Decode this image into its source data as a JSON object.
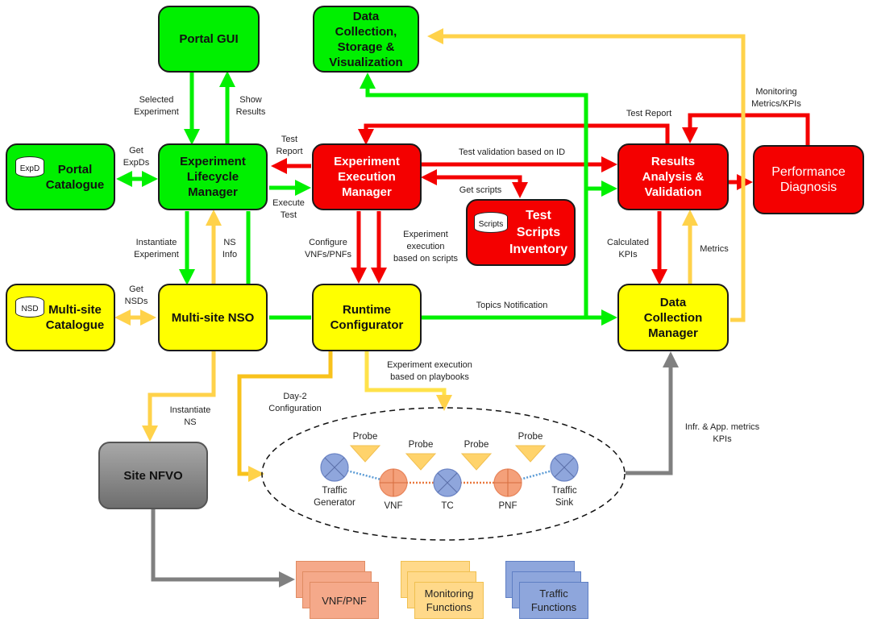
{
  "boxes": {
    "portal_gui": "Portal GUI",
    "data_collection_storage": "Data\nCollection,\nStorage &\nVisualization",
    "portal_catalogue": "Portal\nCatalogue",
    "experiment_lifecycle_manager": "Experiment\nLifecycle\nManager",
    "experiment_execution_manager": "Experiment\nExecution\nManager",
    "results_analysis_validation": "Results\nAnalysis &\nValidation",
    "performance_diagnosis": "Performance\nDiagnosis",
    "test_scripts_inventory": "Test\nScripts\nInventory",
    "multisite_catalogue": "Multi-site\nCatalogue",
    "multisite_nso": "Multi-site NSO",
    "runtime_configurator": "Runtime\nConfigurator",
    "data_collection_manager": "Data\nCollection\nManager",
    "site_nfvo": "Site NFVO"
  },
  "databases": {
    "expd": "ExpD",
    "scripts": "Scripts",
    "nsd": "NSD"
  },
  "labels": {
    "selected_experiment": "Selected\nExperiment",
    "show_results": "Show\nResults",
    "get_expds": "Get\nExpDs",
    "test_report_left": "Test\nReport",
    "execute_test": "Execute\nTest",
    "test_validation": "Test validation based on ID",
    "get_scripts": "Get scripts",
    "test_report_top": "Test Report",
    "monitoring_metrics": "Monitoring\nMetrics/KPIs",
    "instantiate_experiment": "Instantiate\nExperiment",
    "ns_info": "NS\nInfo",
    "configure_vnfs": "Configure\nVNFs/PNFs",
    "exp_exec_scripts": "Experiment\nexecution\nbased on scripts",
    "calculated_kpis": "Calculated\nKPIs",
    "metrics": "Metrics",
    "get_nsds": "Get\nNSDs",
    "topics_notification": "Topics Notification",
    "exp_exec_playbooks": "Experiment execution\nbased on playbooks",
    "day2_configuration": "Day-2\nConfiguration",
    "instantiate_ns": "Instantiate\nNS",
    "infra_app_metrics": "Infr. & App. metrics\nKPIs"
  },
  "test_chain": {
    "nodes": [
      {
        "label": "Traffic\nGenerator",
        "kind": "traffic"
      },
      {
        "label": "VNF",
        "kind": "function"
      },
      {
        "label": "TC",
        "kind": "traffic"
      },
      {
        "label": "PNF",
        "kind": "function"
      },
      {
        "label": "Traffic\nSink",
        "kind": "traffic"
      }
    ],
    "probes": [
      "Probe",
      "Probe",
      "Probe",
      "Probe"
    ]
  },
  "stacks": {
    "vnf_pnf": "VNF/PNF",
    "monitoring_functions": "Monitoring\nFunctions",
    "traffic_functions": "Traffic\nFunctions"
  },
  "colors": {
    "green": "#00f000",
    "red": "#f40000",
    "yellow": "#ffff00",
    "amber": "#ffd24a",
    "grey": "#7f7f7f",
    "traffic_node": "#8fa6dc",
    "function_node": "#f4a07a"
  }
}
